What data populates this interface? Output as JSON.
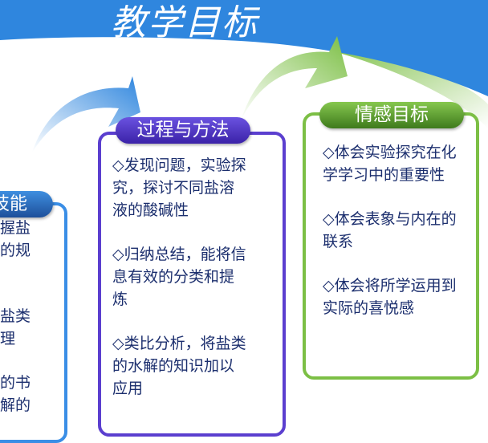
{
  "title": "教学目标",
  "left_panel": {
    "label": "技能",
    "items": [
      [
        "握盐",
        "的规"
      ],
      [
        "盐类",
        "理"
      ],
      [
        "的书",
        "解的"
      ]
    ]
  },
  "middle_panel": {
    "label": "过程与方法",
    "items": [
      "◇发现问题，实验探究，探讨不同盐溶液的酸碱性",
      "◇归纳总结，能将信息有效的分类和提炼",
      "◇类比分析，将盐类的水解的知识加以应用"
    ]
  },
  "right_panel": {
    "label": "情感目标",
    "items": [
      "◇体会实验探究在化学学习中的重要性",
      "◇体会表象与内在的联系",
      "◇体会将所学运用到实际的喜悦感"
    ]
  },
  "colors": {
    "banner": "#2f86de",
    "purple": "#5b3fcf",
    "green": "#7cbf45",
    "blue": "#3a8ee6",
    "text": "#1c2f6e"
  }
}
